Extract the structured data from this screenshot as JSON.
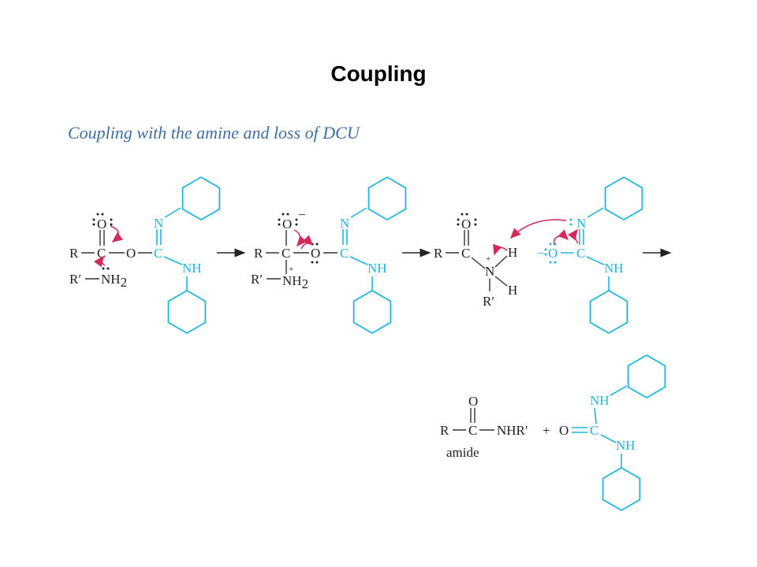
{
  "title": "Coupling",
  "subtitle": "Coupling with the amine and loss of DCU",
  "structure1": {
    "r": "R",
    "c": "C",
    "o_carbonyl": "O",
    "o_ester": "O",
    "r_prime": "R′",
    "nh2": "NH",
    "sub2": "2",
    "n_imine": "N",
    "c_imine": "C",
    "nh": "NH"
  },
  "structure2": {
    "r": "R",
    "c": "C",
    "o_top": "O",
    "minus": "−",
    "o_ester": "O",
    "plus": "+",
    "r_prime": "R′",
    "nh2": "NH",
    "sub2": "2",
    "n_imine": "N",
    "c_imine": "C",
    "nh": "NH"
  },
  "structure3": {
    "r": "R",
    "c": "C",
    "o_top": "O",
    "n": "N",
    "plus": "+",
    "h1": "H",
    "h2": "H",
    "r_prime": "R′"
  },
  "structure4": {
    "minus": "−",
    "o": "O",
    "c": "C",
    "n_imine": "N",
    "nh": "NH"
  },
  "products": {
    "amide": {
      "r": "R",
      "c": "C",
      "o": "O",
      "nhr": "NHR′",
      "label": "amide"
    },
    "plus": "+",
    "dcu": {
      "o": "O",
      "c": "C",
      "nh_top": "NH",
      "nh_bottom": "NH"
    }
  },
  "colors": {
    "reagent": "#1fb5e3",
    "electron_arrow": "#d6285a",
    "subtitle": "#3f6ea6"
  }
}
